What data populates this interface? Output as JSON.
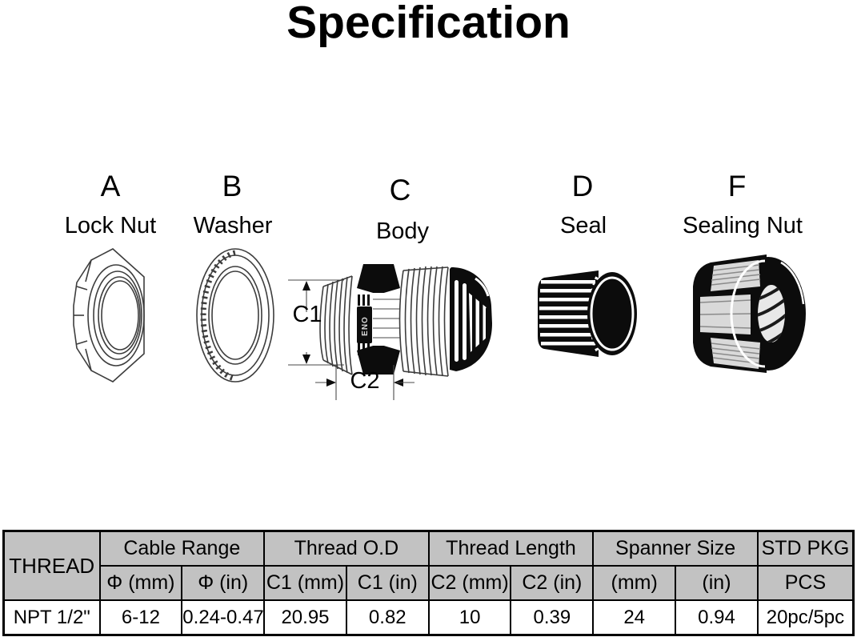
{
  "title": "Specification",
  "parts": [
    {
      "letter": "A",
      "name": "Lock Nut"
    },
    {
      "letter": "B",
      "name": "Washer"
    },
    {
      "letter": "C",
      "name": "Body"
    },
    {
      "letter": "D",
      "name": "Seal"
    },
    {
      "letter": "F",
      "name": "Sealing Nut"
    }
  ],
  "body": {
    "dim_c1": "C1",
    "dim_c2": "C2",
    "stamp": "ENO"
  },
  "spec_table": {
    "corner_header": "THREAD",
    "groups": [
      {
        "label": "Cable Range",
        "sub": [
          "Φ (mm)",
          "Φ (in)"
        ]
      },
      {
        "label": "Thread O.D",
        "sub": [
          "C1 (mm)",
          "C1 (in)"
        ]
      },
      {
        "label": "Thread Length",
        "sub": [
          "C2 (mm)",
          "C2 (in)"
        ]
      },
      {
        "label": "Spanner Size",
        "sub": [
          "(mm)",
          "(in)"
        ]
      },
      {
        "label": "STD PKG",
        "sub": [
          "PCS"
        ]
      }
    ],
    "data_row": [
      "NPT 1/2\"",
      "6-12",
      "0.24-0.47",
      "20.95",
      "0.82",
      "10",
      "0.39",
      "24",
      "0.94",
      "20pc/5pc"
    ]
  },
  "colors": {
    "header_bg": "#c2c2c2",
    "border": "#000000",
    "line_art": "#3d3d3d",
    "part_fill": "#0c0c0c"
  }
}
